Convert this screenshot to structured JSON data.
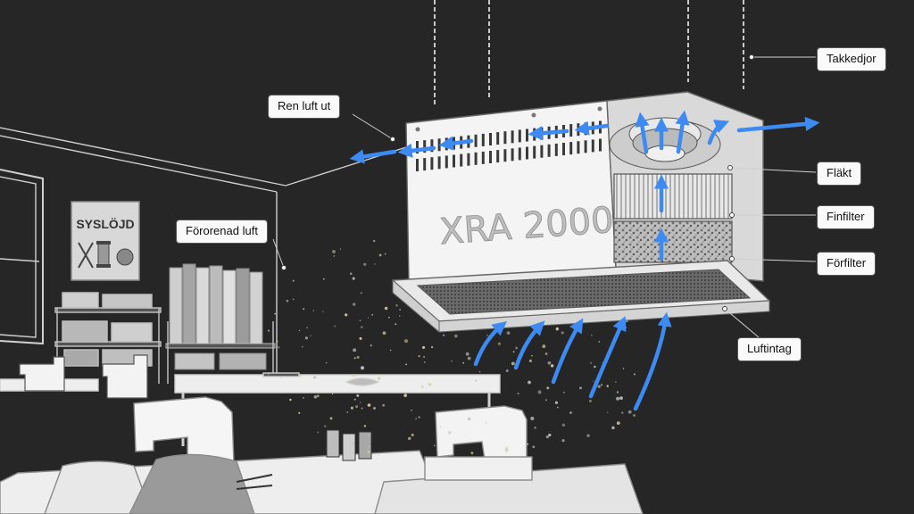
{
  "unit": {
    "model": "XRA 2000"
  },
  "sign": {
    "text": "SYSLÖJD"
  },
  "labels": {
    "ren_luft_ut": "Ren luft ut",
    "fororenad_luft": "Förorenad luft",
    "takkedjor": "Takkedjor",
    "flakt": "Fläkt",
    "finfilter": "Finfilter",
    "forfilter": "Förfilter",
    "luftintag": "Luftintag"
  },
  "colors": {
    "background": "#262626",
    "arrow": "#3d8bf2",
    "line_art": "#dcdcdc",
    "unit_body": "#f1f1f1",
    "label_bg": "#fafafa"
  }
}
